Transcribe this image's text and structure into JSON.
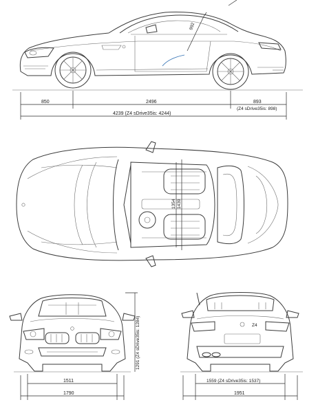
{
  "dimensions": {
    "front_overhang": "850",
    "wheelbase": "2496",
    "rear_overhang": "893",
    "rear_overhang_variant": "(Z4 sDrive35is: 898)",
    "overall_length": "4239 (Z4 sDrive35is: 4244)",
    "door_opening": "992",
    "cabin_width_1": "1354",
    "cabin_width_2": "1439",
    "front_track": "1511",
    "width_excl_mirrors": "1790",
    "height": "1291 (Z4 sDrive35is: 1284)",
    "rear_track": "1559 (Z4 sDrive35is: 1537)",
    "width_incl_mirrors": "1951"
  },
  "badges": {
    "rear_model_badge": "Z4"
  }
}
